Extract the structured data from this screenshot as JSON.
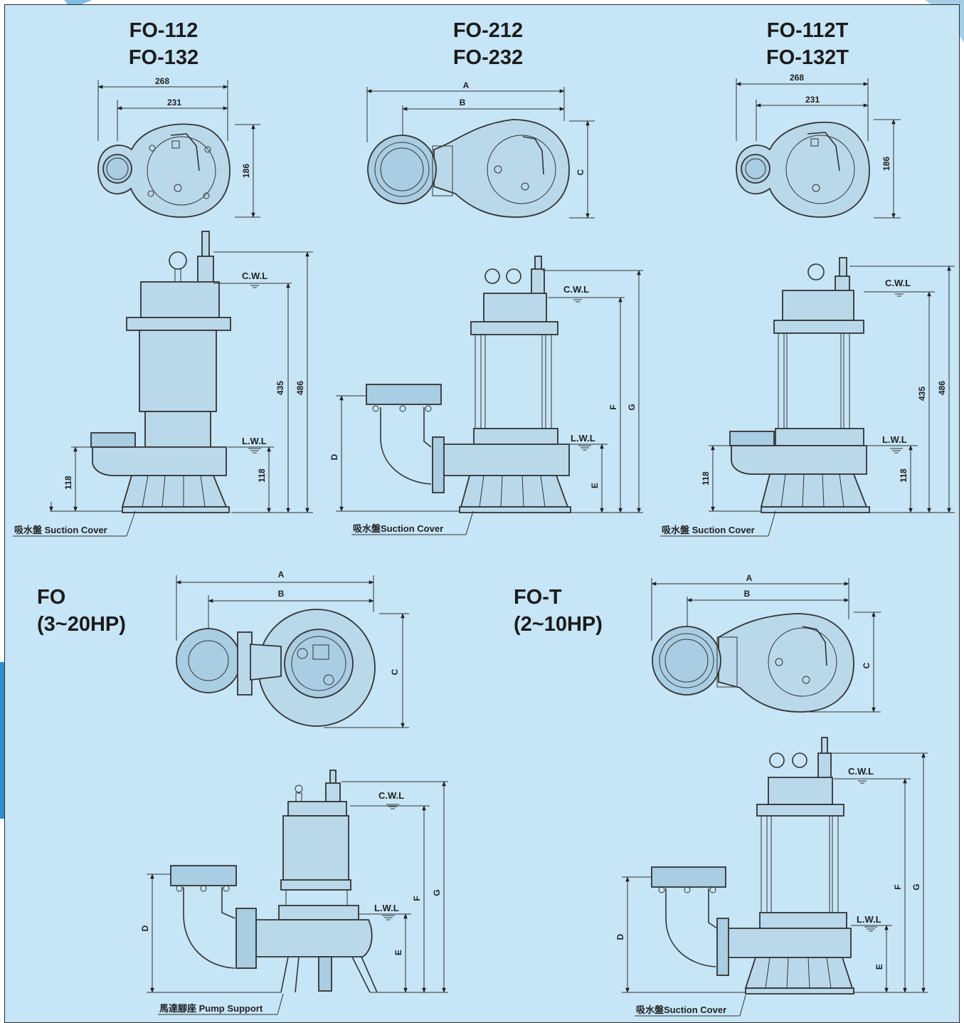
{
  "colors": {
    "panel_bg": "#c6e5f6",
    "line": "#333333"
  },
  "models": {
    "fo112": {
      "line1": "FO-112",
      "line2": "FO-132"
    },
    "fo212": {
      "line1": "FO-212",
      "line2": "FO-232"
    },
    "fo112t": {
      "line1": "FO-112T",
      "line2": "FO-132T"
    },
    "fo": {
      "line1": "FO",
      "line2": "(3~20HP)"
    },
    "fot": {
      "line1": "FO-T",
      "line2": "(2~10HP)"
    }
  },
  "dims": {
    "fo112": {
      "width_outer": "268",
      "width_inner": "231",
      "depth": "186",
      "height_cwl": "435",
      "height_total": "486",
      "lwl_left": "118",
      "lwl_right": "118"
    },
    "fo212": {
      "A": "A",
      "B": "B",
      "C": "C",
      "D": "D",
      "E": "E",
      "F": "F",
      "G": "G"
    },
    "fo112t": {
      "width_outer": "268",
      "width_inner": "231",
      "depth": "186",
      "height_cwl": "435",
      "height_total": "486",
      "lwl_left": "118",
      "lwl_right": "118"
    },
    "fo": {
      "A": "A",
      "B": "B",
      "C": "C",
      "D": "D",
      "E": "E",
      "F": "F",
      "G": "G"
    },
    "fot": {
      "A": "A",
      "B": "B",
      "C": "C",
      "D": "D",
      "E": "E",
      "F": "F",
      "G": "G"
    }
  },
  "levels": {
    "cwl": "C.W.L",
    "lwl": "L.W.L"
  },
  "labels": {
    "suction_cover_1": "吸水盤 Suction Cover",
    "suction_cover_2": "吸水盤Suction Cover",
    "suction_cover_3": "吸水盤 Suction Cover",
    "pump_support": "馬達腳座 Pump Support",
    "suction_cover_4": "吸水盤Suction Cover"
  }
}
